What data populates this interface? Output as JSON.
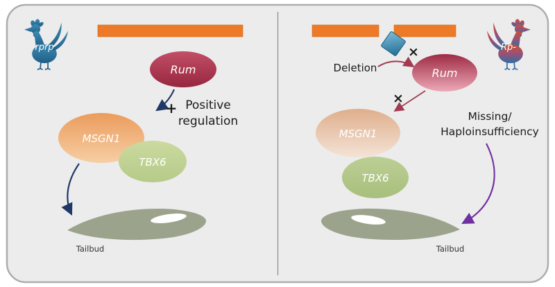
{
  "figure": {
    "left": {
      "animal_label": "rprp",
      "rum": "Rum",
      "msgn1": "MSGN1",
      "tbx6": "TBX6",
      "plus": "+",
      "regulation_line1": "Positive",
      "regulation_line2": "regulation",
      "tailbud": "Tailbud"
    },
    "right": {
      "animal_label": "Rp-",
      "deletion": "Deletion",
      "cross_top": "×",
      "cross_mid": "×",
      "rum": "Rum",
      "msgn1": "MSGN1",
      "tbx6": "TBX6",
      "missing_line1": "Missing/",
      "missing_line2": "Haploinsufficiency",
      "tailbud": "Tailbud"
    },
    "colors": {
      "bar_orange": "#EC7A27",
      "rum_maroon": "#9E2B44",
      "msgn1_orange": "#EDA266",
      "tbx6_green": "#C4D59B",
      "tailbud_olive": "#9CA38C",
      "arrow_navy": "#203864",
      "arrow_purple": "#7030A0",
      "arrow_maroon": "#A23B52",
      "diamond_blue": "#2F86A8",
      "chicken_teal": "#2F7BA5"
    }
  }
}
